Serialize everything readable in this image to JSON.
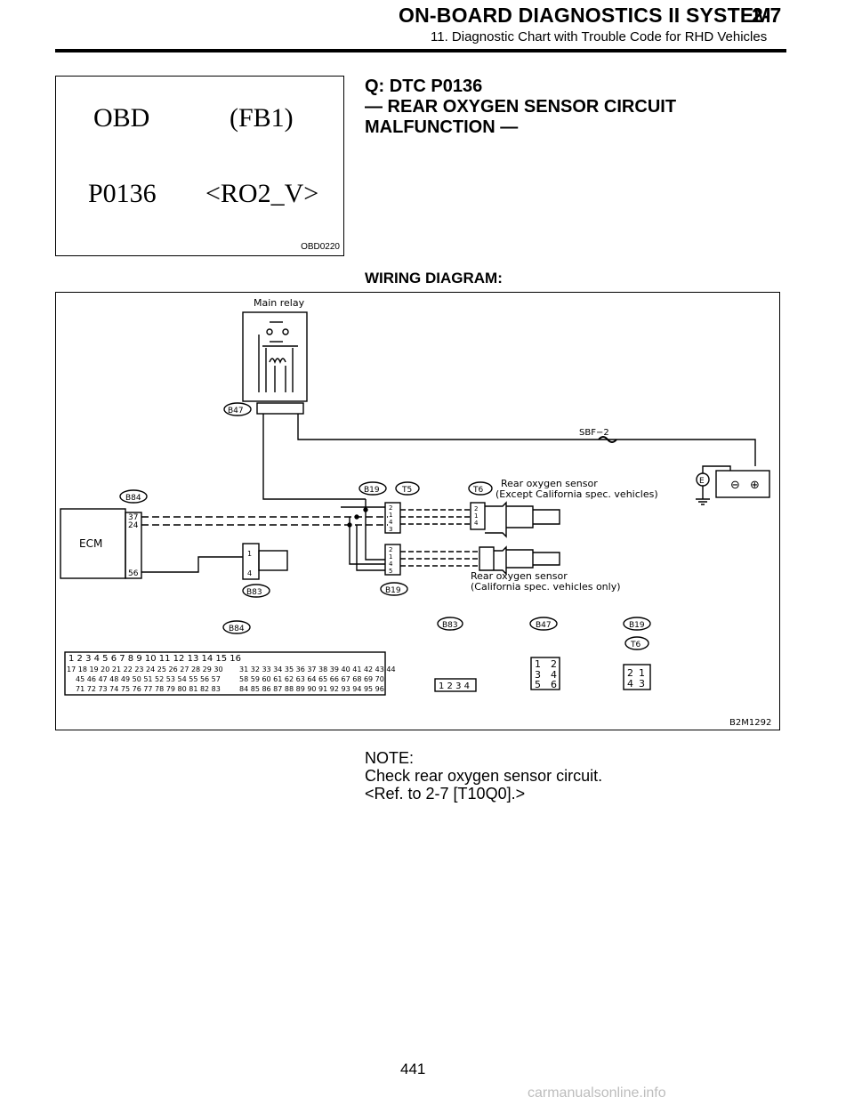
{
  "header": {
    "title": "ON-BOARD DIAGNOSTICS II SYSTEM",
    "section_number": "2-7",
    "subtitle": "11. Diagnostic Chart with Trouble Code for RHD Vehicles"
  },
  "obd_display": {
    "line1_left": "OBD",
    "line1_right": "(FB1)",
    "line2_left": "P0136",
    "line2_right": "<RO2_V>",
    "figure_id": "OBD0220"
  },
  "question": {
    "line1": "Q:  DTC P0136",
    "line2": "— REAR OXYGEN SENSOR CIRCUIT",
    "line3": "MALFUNCTION —"
  },
  "wiring_label": "WIRING DIAGRAM:",
  "diagram": {
    "figure_id": "B2M1292",
    "main_relay": "Main relay",
    "ecm": "ECM",
    "fuse": "SBF−2",
    "ground": "E",
    "battery_neg": "⊖",
    "battery_pos": "⊕",
    "sensor_except_l1": "Rear oxygen sensor",
    "sensor_except_l2": "(Except California spec. vehicles)",
    "sensor_calif_l1": "Rear oxygen sensor",
    "sensor_calif_l2": "(California spec. vehicles only)",
    "connectors": {
      "b47": "B47",
      "b84": "B84",
      "b83": "B83",
      "b19": "B19",
      "t5": "T5",
      "t6": "T6"
    },
    "pins": {
      "ecm_37": "37",
      "ecm_24": "24",
      "ecm_56": "56",
      "b83_1": "1",
      "b83_4": "4",
      "b19_top": [
        "2",
        "1",
        "4",
        "3"
      ],
      "b19_bottom": [
        "2",
        "1",
        "4",
        "5"
      ],
      "t6_pins": [
        "2",
        "1",
        "4"
      ]
    },
    "legend": {
      "b84_row1": "1 2  3 4   5 6   7 8     9 10   11 12   13 14  15 16",
      "b84_row2": "17 18 19 20 21 22 23 24 25 26 27 28 29 30",
      "b84_row3": "45 46 47 48 49 50 51 52 53 54 55 56 57",
      "b84_row4": "71 72 73 74 75 76 77 78 79 80 81 82 83",
      "b84_row2r": "31 32 33 34 35 36 37 38 39 40 41 42 43 44",
      "b84_row3r": "58 59 60 61 62 63 64 65 66 67 68 69 70",
      "b84_row4r": "84 85 86 87 88 89 90 91 92 93 94 95 96",
      "b83_pins": "1 2 3 4",
      "b47_pins": [
        "1",
        "2",
        "3",
        "4",
        "5",
        "6"
      ],
      "t6_pins": [
        "2",
        "1",
        "4",
        "3"
      ]
    }
  },
  "note": {
    "heading": "NOTE:",
    "line1": "Check rear oxygen sensor circuit.",
    "line2": "<Ref. to 2-7 [T10Q0].>"
  },
  "page_number": "441",
  "watermark": "carmanualsonline.info"
}
